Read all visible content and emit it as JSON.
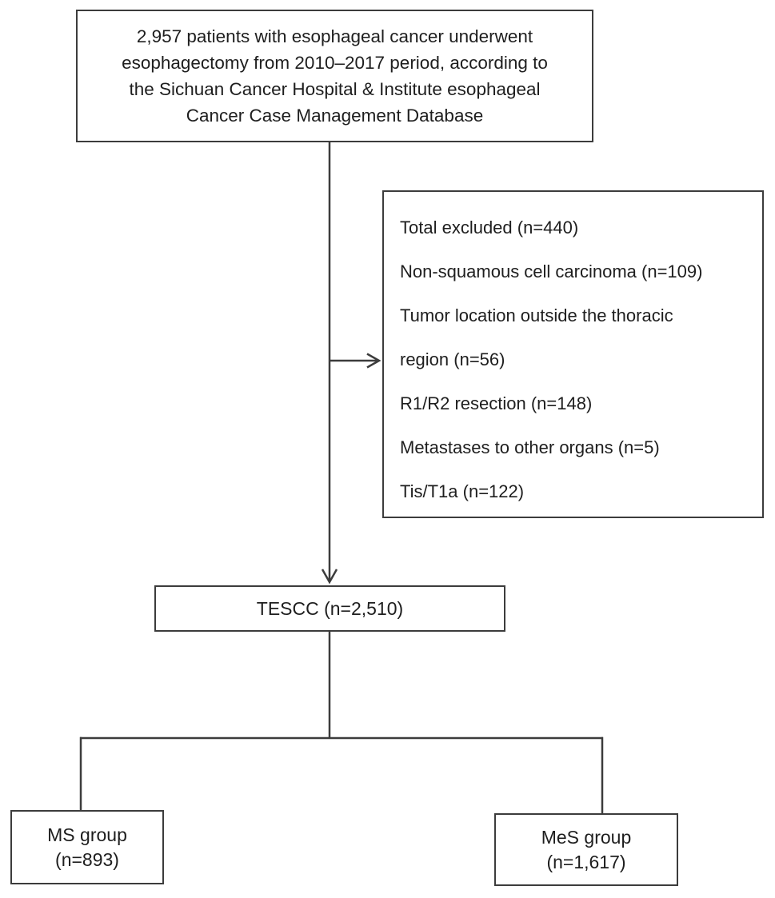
{
  "diagram": {
    "source_box": {
      "lines": [
        "2,957 patients with esophageal cancer underwent",
        "esophagectomy from 2010–2017 period, according to",
        "the Sichuan Cancer Hospital & Institute esophageal",
        "Cancer Case Management Database"
      ]
    },
    "excluded_box": {
      "lines": [
        "Total excluded (n=440)",
        "Non-squamous cell carcinoma (n=109)",
        "Tumor location outside the thoracic",
        "region (n=56)",
        "R1/R2 resection (n=148)",
        "Metastases to other organs (n=5)",
        "Tis/T1a (n=122)"
      ]
    },
    "tescc_box": {
      "label": "TESCC (n=2,510)"
    },
    "ms_box": {
      "lines": [
        "MS group",
        "(n=893)"
      ]
    },
    "mes_box": {
      "lines": [
        "MeS group",
        "(n=1,617)"
      ]
    },
    "colors": {
      "line": "#3c3c3c",
      "text": "#1e1e1e",
      "background": "#ffffff"
    }
  }
}
